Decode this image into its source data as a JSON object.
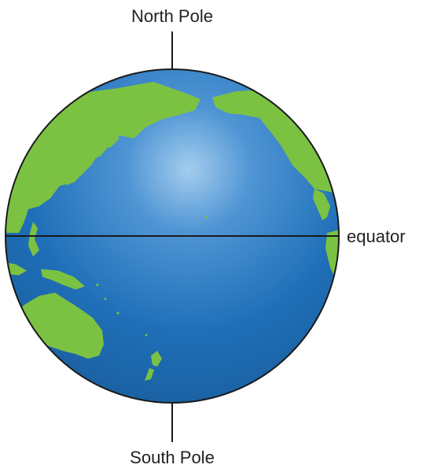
{
  "labels": {
    "north_pole": "North Pole",
    "south_pole": "South Pole",
    "equator": "equator"
  },
  "colors": {
    "ocean": "#1f6fb8",
    "ocean_highlight": "#9cc7ec",
    "land": "#7cc242",
    "outline": "#1a1a1a",
    "text": "#222222"
  }
}
